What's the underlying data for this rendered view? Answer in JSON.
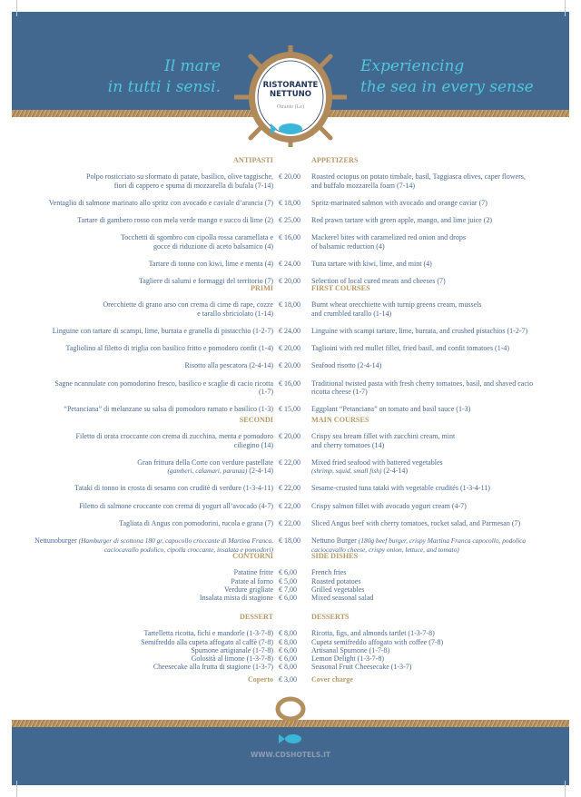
{
  "header": {
    "tagline_it": "Il mare\nin tutti i sensi.",
    "tagline_en": "Experiencing\nthe sea in every sense",
    "logo_name_1": "RISTORANTE",
    "logo_name_2": "NETTUNO",
    "logo_place": "Otranto (Le)"
  },
  "colors": {
    "band": "#436890",
    "rope": "#b48f5e",
    "gold": "#b89968",
    "text": "#4a6890",
    "accent": "#4fc6dc"
  },
  "sections": [
    {
      "it": "ANTIPASTI",
      "en": "APPETIZERS",
      "items": [
        {
          "it": "Polpo rosticciato su sformato di patate, basilico, olive taggische,\nfiori di cappero e spuma di mozzarella di bufala (7-14)",
          "price": "€ 20,00",
          "en": "Roasted octopus on potato timbale, basil, Taggiasca olives, caper flowers,\nand buffalo mozzarella foam (7-14)"
        },
        {
          "it": "Ventaglio di salmone marinato allo spritz con avocado e caviale d’arancia (7)",
          "price": "€ 18,00",
          "en": "Spritz-marinated salmon with avocado and orange caviar (7)"
        },
        {
          "it": "Tartare di gambero rosso con mela verde mango e succo di lime (2)",
          "price": "€ 25,00",
          "en": "Red prawn tartare with green apple, mango, and lime juice (2)"
        },
        {
          "it": "Tocchetti di sgombro con cipolla rossa caramellata e\ngocce di riduzione di aceto balsamico (4)",
          "price": "€ 16,00",
          "en": "Mackerel bites with caramelized red onion and drops\nof balsamic reduction (4)"
        },
        {
          "it": "Tartare di tonno con kiwi, lime e menta (4)",
          "price": "€ 24,00",
          "en": "Tuna tartare with kiwi, lime, and mint (4)"
        },
        {
          "it": "Tagliere di salumi e formaggi del territorio (7)",
          "price": "€ 20,00",
          "en": "Selection of local cured meats and cheeses (7)"
        }
      ]
    },
    {
      "it": "PRIMI",
      "en": "FIRST COURSES",
      "items": [
        {
          "it": "Orecchiette di grano arso con crema di cime di rape, cozze\ne tarallo sbriciolato (1-14)",
          "price": "€ 18,00",
          "en": "Burnt wheat orecchiette with turnip greens cream, mussels\nand crumbled tarallo (1-14)"
        },
        {
          "it": "Linguine con tartare di scampi, lime, burrata e granella di pistacchio (1-2-7)",
          "price": "€ 24,00",
          "en": "Linguine with scampi tartare, lime, burrata, and crushed pistachios (1-2-7)"
        },
        {
          "it": "Tagliolino al filetto di triglia con basilico fritto e pomodoro confit (1-4)",
          "price": "€ 20,00",
          "en": "Taglioini with red mullet fillet, fried basil, and confit tomatoes (1-4)"
        },
        {
          "it": "Risotto alla pescatora (2-4-14)",
          "price": "€ 20,00",
          "en": "Seafood risotto (2-4-14)"
        },
        {
          "it": "Sagne ncannulate con pomodorino fresco, basilico e scaglie di cacio ricotta\n(1-7)",
          "price": "€ 16,00",
          "en": "Traditional twisted pasta with fresh cherry tomatoes, basil, and shaved cacio\nricotta cheese (1-7)"
        },
        {
          "it": "“Petanciana” di melanzane su salsa di pomodoro ramato e basilico (1-3)",
          "price": "€ 15,00",
          "en": "Eggplant “Petanciana” on tomato and basil sauce (1-3)"
        }
      ]
    },
    {
      "it": "SECONDI",
      "en": "MAIN COURSES",
      "items": [
        {
          "it": "Filetto di orata croccante con crema di zucchina, menta e pomodoro\nciliegino (14)",
          "price": "€ 20,00",
          "en": "Crispy sea bream fillet with zucchini cream, mint\nand cherry tomatoes (14)"
        },
        {
          "it": "Gran frittura della Corte con verdure pastellate\n",
          "it_note": "(gamberi, calamari, paranza)",
          "it_tail": " (2-4-14)",
          "price": "€ 22,00",
          "en": "Mixed fried seafood with battered vegetables\n",
          "en_note": "(shrimp, squid, small fish)",
          "en_tail": " (2-4-14)"
        },
        {
          "it": "Tataki di tonno in crosta di sesamo con cruditè di verdure (1-3-4-11)",
          "price": "€ 22,00",
          "en": "Sesame-crusted tuna tataki with vegetable crudités (1-3-4-11)"
        },
        {
          "it": "Filetto di salmone croccante con crema di yogurt all’avocado (4-7)",
          "price": "€ 22,00",
          "en": "Crispy salmon fillet with avocado yogurt cream (4-7)"
        },
        {
          "it": "Tagliata di Angus con pomodorini, rucola e grana (7)",
          "price": "€ 22,00",
          "en": "Sliced Angus beef with cherry tomatoes, rocket salad, and Parmesan (7)"
        },
        {
          "it": "Nettunoburger ",
          "it_note": "(Hamburger di scottona 180 gr, capocollo croccante di Martina Franca,\ncaciocavallo podolico, cipolla croccante, insalata e pomodori)",
          "price": "€ 18,00",
          "en": "Nettuno Burger ",
          "en_note": "(180g beef burger, crispy Martina Franca capocollo, podolica\ncaciocavallo cheese, crispy onion, lettuce, and tomato)"
        }
      ]
    },
    {
      "it": "CONTORNI",
      "en": "SIDE DISHES",
      "compact": true,
      "items": [
        {
          "it": "Patatine fritte",
          "price": "€ 6,00",
          "en": "French fries"
        },
        {
          "it": "Patate al forno",
          "price": "€ 5,00",
          "en": "Roasted potatoes"
        },
        {
          "it": "Verdure grigliate",
          "price": "€ 7,00",
          "en": "Grilled vegetables"
        },
        {
          "it": "Insalata mista di stagione",
          "price": "€ 6,00",
          "en": "Mixed seasonal salad"
        }
      ]
    },
    {
      "it": "DESSERT",
      "en": "DESSERTS",
      "compact": true,
      "items": [
        {
          "it": "Tartelletta ricotta, fichi e mandorle (1-3-7-8)",
          "price": "€ 8,00",
          "en": "Ricotta, figs, and almonds tartlet (1-3-7-8)"
        },
        {
          "it": "Semifreddo alla cupeta affogato al caffè (7-8)",
          "price": "€ 8,00",
          "en": "Cupeta semifreddo affogato with coffee (7-8)"
        },
        {
          "it": "Spumone artigianale (1-7-8)",
          "price": "€ 6,00",
          "en": "Artisanal Spumone (1-7-8)"
        },
        {
          "it": "Golosità al limone (1-3-7-8)",
          "price": "€ 6,00",
          "en": "Lemon Delight (1-3-7-8)"
        },
        {
          "it": "Cheesecake alla frutta di stagione (1-3-7)",
          "price": "€ 8,00",
          "en": "Seasonal Fruit Cheesecake (1-3-7)"
        }
      ]
    }
  ],
  "cover": {
    "it": "Coperto",
    "price": "€ 3,00",
    "en": "Cover charge"
  },
  "footer": {
    "url": "WWW.CDSHOTELS.IT"
  }
}
